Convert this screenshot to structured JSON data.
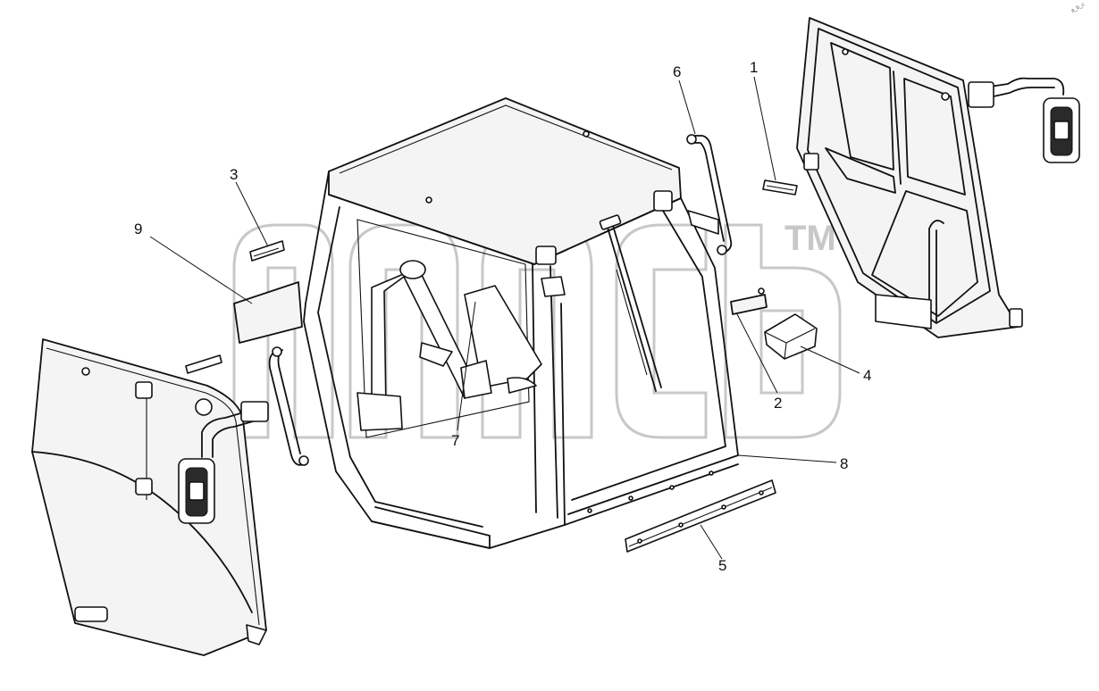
{
  "callouts": [
    {
      "id": "c1",
      "label": "1"
    },
    {
      "id": "c2",
      "label": "2"
    },
    {
      "id": "c3",
      "label": "3"
    },
    {
      "id": "c4",
      "label": "4"
    },
    {
      "id": "c5",
      "label": "5"
    },
    {
      "id": "c6",
      "label": "6"
    },
    {
      "id": "c7",
      "label": "7"
    },
    {
      "id": "c8",
      "label": "8"
    },
    {
      "id": "c9",
      "label": "9"
    }
  ],
  "watermark": {
    "tm": "TM"
  },
  "corner_code": "a_b_c"
}
